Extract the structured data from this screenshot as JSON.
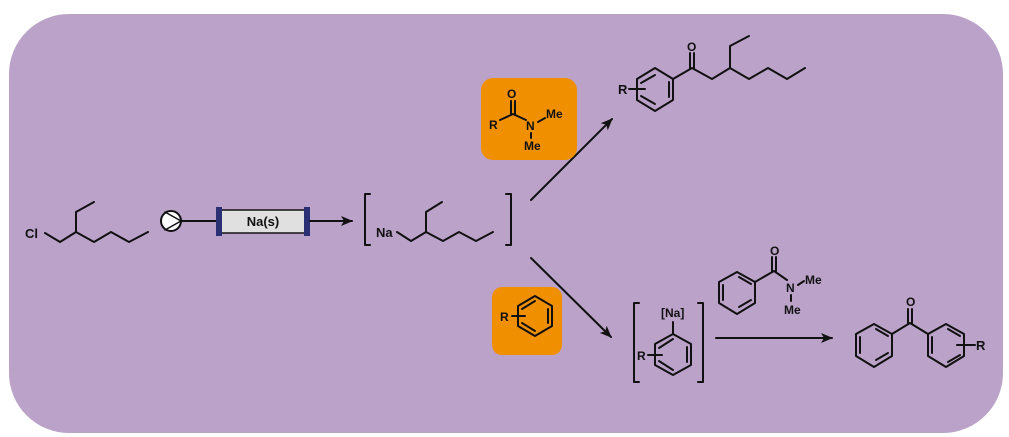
{
  "colors": {
    "panel": "#bba2c9",
    "reagent_box": "#f09000",
    "column": "#e0e0e0",
    "column_cap": "#2b2f73"
  },
  "start": {
    "halogen": "Cl"
  },
  "reactor": {
    "label": "Na(s)"
  },
  "intermediate": {
    "metal": "Na"
  },
  "upper": {
    "reagent": {
      "r": "R",
      "o": "O",
      "n": "N",
      "me1": "Me",
      "me2": "Me"
    },
    "product": {
      "r": "R",
      "o": "O"
    }
  },
  "lower": {
    "reagent": {
      "r": "R"
    },
    "aryl_metal": {
      "metal": "[Na]",
      "r": "R"
    },
    "amide": {
      "o": "O",
      "n": "N",
      "me1": "Me",
      "me2": "Me"
    },
    "product": {
      "o": "O",
      "r": "R"
    }
  }
}
